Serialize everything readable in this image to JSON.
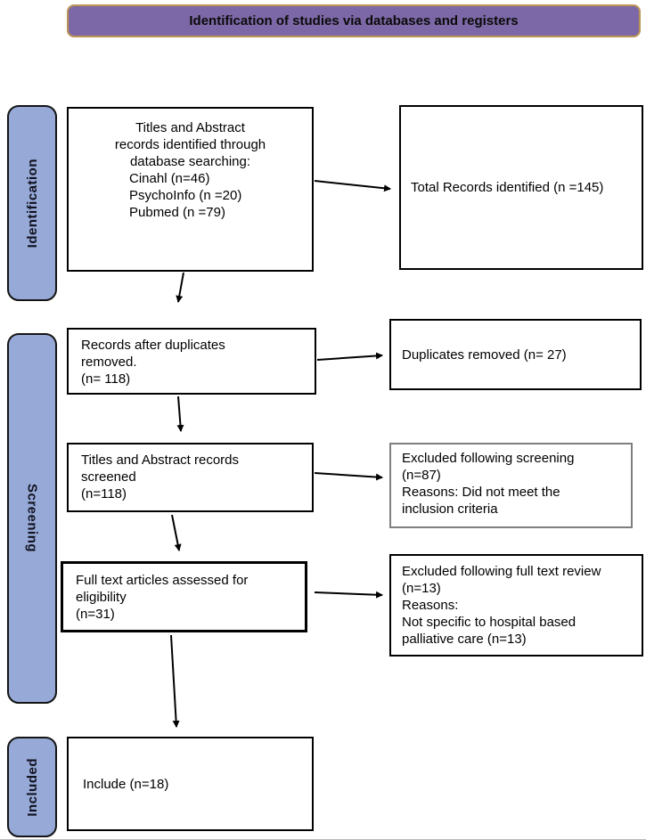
{
  "banner": {
    "label": "Identification of studies via databases and registers",
    "fill_color": "#7c68a6",
    "border_color": "#bb9455"
  },
  "sidebar": {
    "fill_color": "#96a9d7",
    "items": [
      {
        "id": "identification",
        "label": "Identification"
      },
      {
        "id": "screening",
        "label": "Screening"
      },
      {
        "id": "included",
        "label": "Included"
      }
    ]
  },
  "boxes": {
    "identified": {
      "lines": [
        "Titles and Abstract",
        "records identified through",
        "database searching:",
        "Cinahl (n=46)",
        "PsychoInfo (n =20)",
        "Pubmed (n =79)"
      ]
    },
    "total": {
      "text": "Total Records identified (n =145)"
    },
    "dedup": {
      "lines": [
        "Records after duplicates",
        "removed.",
        "(n= 118)"
      ]
    },
    "duplicates_removed": {
      "text": "Duplicates removed (n= 27)"
    },
    "screened": {
      "lines": [
        "Titles and Abstract records",
        "screened",
        "(n=118)"
      ]
    },
    "excluded_screening": {
      "lines": [
        "Excluded following screening",
        "(n=87)",
        "Reasons: Did not meet the",
        "inclusion criteria"
      ]
    },
    "fulltext": {
      "lines": [
        "Full text articles assessed for",
        "eligibility",
        "(n=31)"
      ]
    },
    "excluded_fulltext": {
      "lines": [
        "Excluded following full text review",
        "(n=13)",
        "Reasons:",
        "Not specific to hospital based",
        "palliative care (n=13)"
      ]
    },
    "included": {
      "text": "Include (n=18)"
    }
  }
}
